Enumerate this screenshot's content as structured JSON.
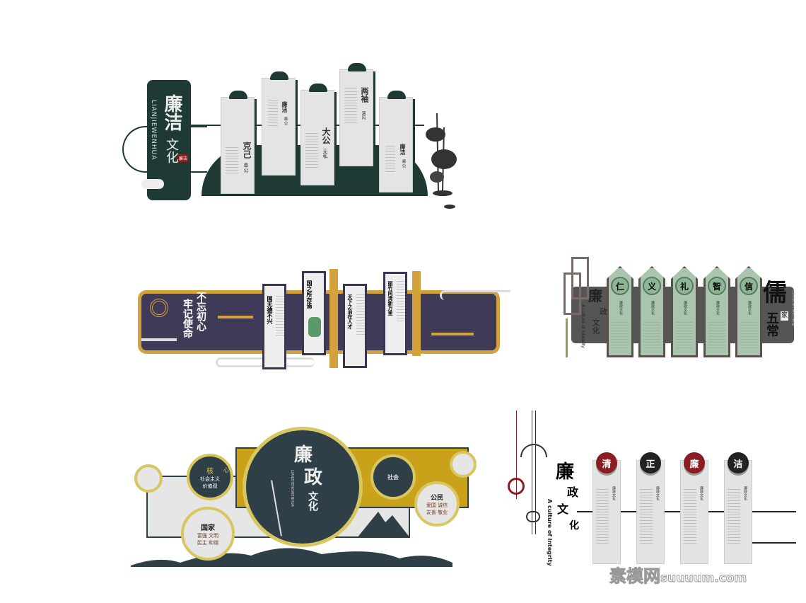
{
  "design1": {
    "title": "廉洁文化",
    "title_a": "廉洁",
    "title_b": "文化",
    "pinyin": "LIANJIEWENHUA",
    "seal": "廉洁",
    "panels": [
      {
        "title": "克己",
        "sub": "奉公"
      },
      {
        "title": "廉洁",
        "sub": "奉公"
      },
      {
        "title": "大公",
        "sub": "无私"
      },
      {
        "title": "两袖",
        "sub": "清风"
      },
      {
        "title": "廉洁",
        "sub": "奉公"
      }
    ]
  },
  "design2": {
    "slogan_a": "不忘初心",
    "slogan_b": "牢记使命",
    "panels": [
      "国无德不兴",
      "国之所存焉",
      "天下之治在人才",
      "丽竹间清新万里"
    ]
  },
  "design3": {
    "title_a": "廉",
    "title_b": "政",
    "title_c": "文化",
    "english": "A culture of integrity",
    "side_title_a": "儒",
    "side_title_b": "五常",
    "side_seal": "家",
    "side_english": "Confucian Wuchang",
    "card_sub": "廉政文化",
    "cards": [
      "仁",
      "义",
      "礼",
      "智",
      "信"
    ]
  },
  "design4": {
    "title_a": "廉",
    "title_b": "政",
    "title_c": "文化",
    "pinyin": "LIANZHENGWENHUA",
    "circle_left": {
      "heading": "核",
      "line1": "社会主义",
      "line2": "价值观",
      "tail": "心"
    },
    "circle_guojia": {
      "heading": "国家",
      "line1": "富强  文明",
      "line2": "民主  和谐"
    },
    "circle_shehui": {
      "heading": "社会"
    },
    "circle_gongmin": {
      "heading": "公民",
      "line1": "爱国  诚信",
      "line2": "友善  敬业"
    }
  },
  "design5": {
    "title_a": "廉",
    "title_b": "政",
    "title_c": "文",
    "title_d": "化",
    "english": "A culture of integrity",
    "card_sub": "廉政文化",
    "cards": [
      {
        "char": "清",
        "color": "#8a1c22"
      },
      {
        "char": "正",
        "color": "#222222"
      },
      {
        "char": "廉",
        "color": "#8a1c22"
      },
      {
        "char": "洁",
        "color": "#222222"
      }
    ]
  },
  "watermark": {
    "brand": "素模网",
    "domain": "suuuum.com"
  }
}
